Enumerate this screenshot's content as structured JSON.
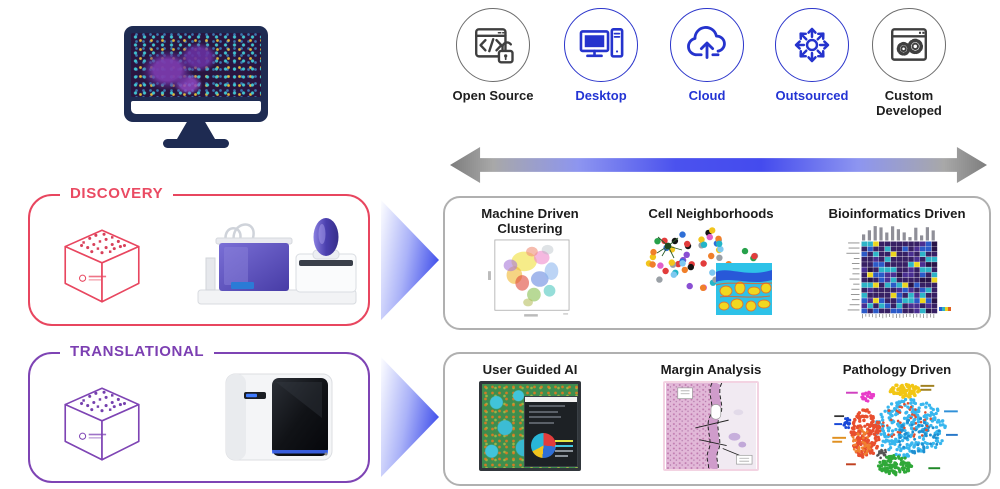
{
  "colors": {
    "blue_accent": "#2b35cb",
    "dark_icon": "#3f3f3f",
    "discovery_red": "#e8465f",
    "translational_purple": "#7e44b4",
    "arrow_blue": "#4a50ee",
    "arrow_gray": "#8a8a8a",
    "chevron_blue": "#2c3ce8",
    "panel_border": "#b0b0b0"
  },
  "spectrum": {
    "approaches": [
      {
        "label": "Open Source",
        "icon": "code-unlock-icon",
        "style": "dark"
      },
      {
        "label": "Desktop",
        "icon": "desktop-computer-icon",
        "style": "blue"
      },
      {
        "label": "Cloud",
        "icon": "cloud-upload-icon",
        "style": "blue"
      },
      {
        "label": "Outsourced",
        "icon": "radiating-arrows-icon",
        "style": "blue"
      },
      {
        "label": "Custom Developed",
        "icon": "window-gears-icon",
        "style": "dark"
      }
    ]
  },
  "workflows": [
    {
      "label": "DISCOVERY",
      "color": "#e8465f"
    },
    {
      "label": "TRANSLATIONAL",
      "color": "#7e44b4"
    }
  ],
  "analysis": [
    {
      "row": "discovery",
      "items": [
        {
          "title": "Machine Driven Clustering",
          "graphic": "umap-clusters"
        },
        {
          "title": "Cell Neighborhoods",
          "graphic": "cell-dots-and-voronoi"
        },
        {
          "title": "Bioinformatics Driven",
          "graphic": "clustered-heatmap"
        }
      ]
    },
    {
      "row": "translational",
      "items": [
        {
          "title": "User Guided AI",
          "graphic": "software-screenshot-pie"
        },
        {
          "title": "Margin Analysis",
          "graphic": "histology-margin"
        },
        {
          "title": "Pathology Driven",
          "graphic": "tsne-clusters"
        }
      ]
    }
  ]
}
